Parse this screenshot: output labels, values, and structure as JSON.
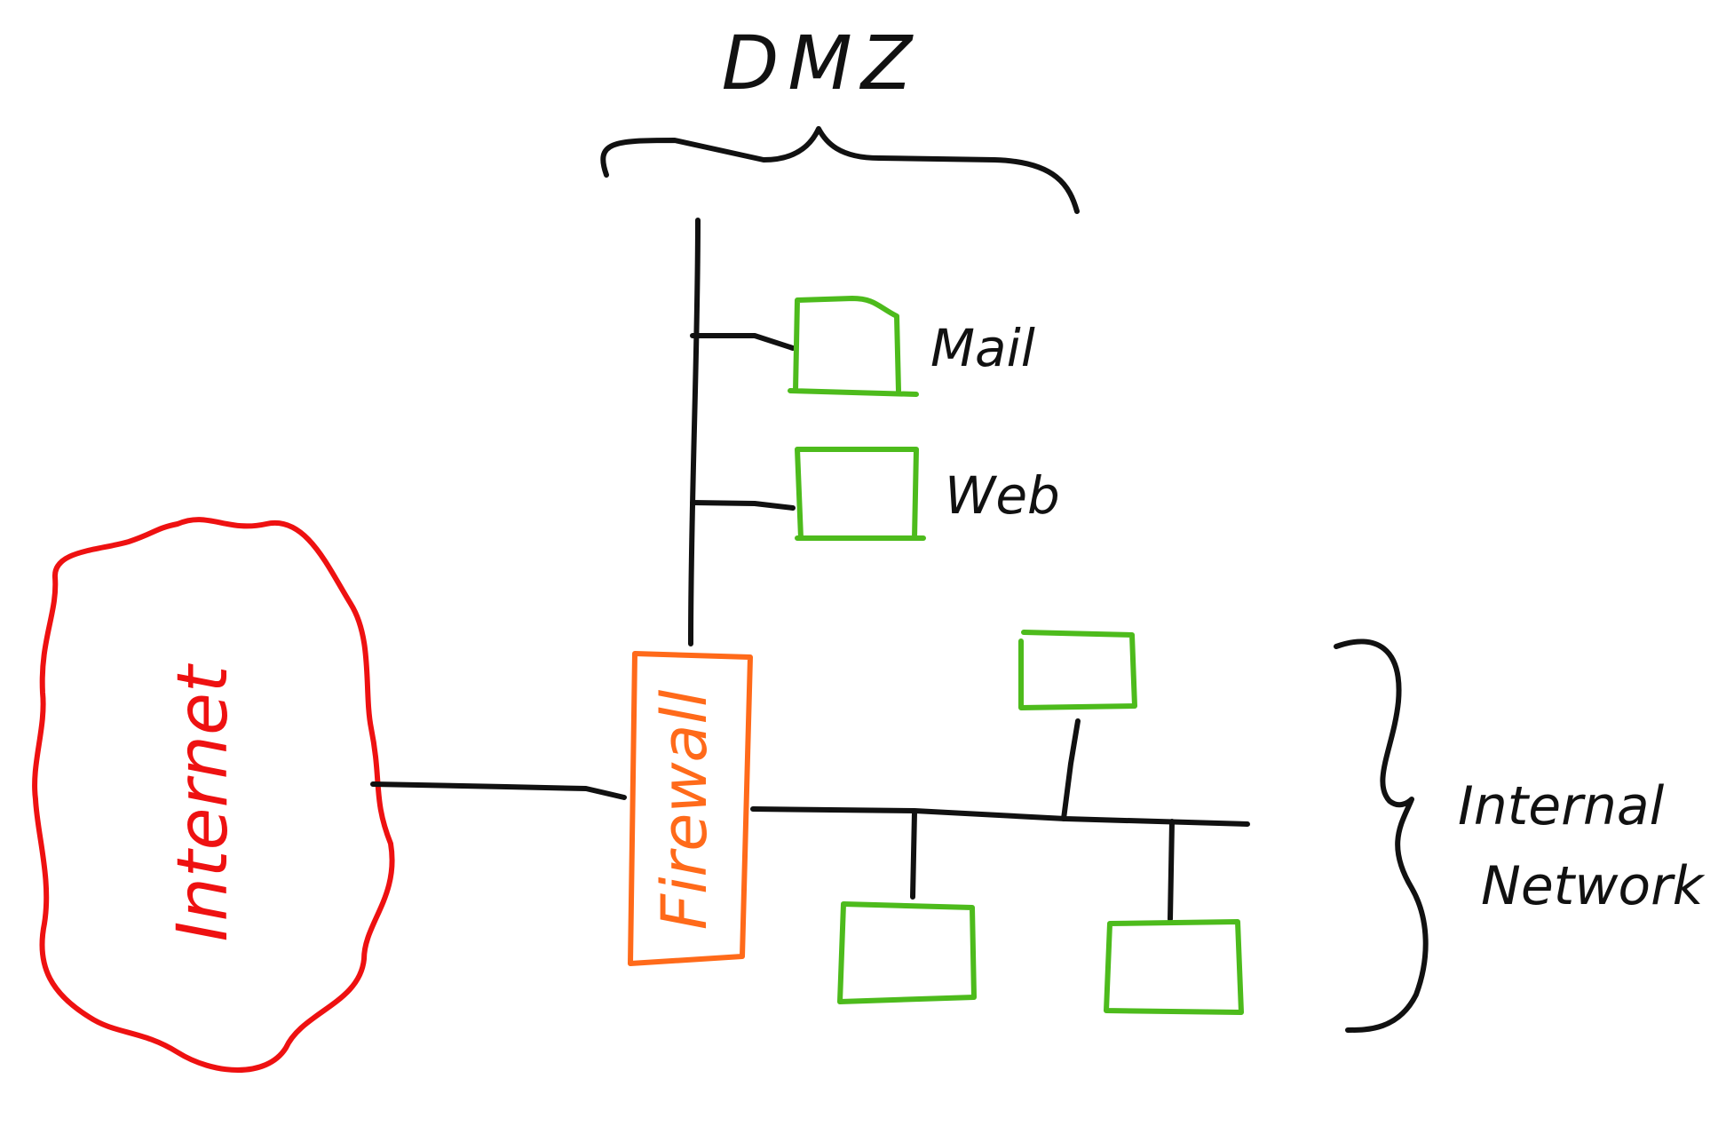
{
  "labels": {
    "dmz": "DMZ",
    "mail": "Mail",
    "web": "Web",
    "internet": "Internet",
    "firewall": "Firewall",
    "internal_line1": "Internal",
    "internal_line2": "Network"
  },
  "colors": {
    "ink": "#111111",
    "server": "#4dbb1c",
    "internet": "#ee1111",
    "firewall": "#ff6a1a"
  },
  "icons": {
    "internet": "cloud-icon",
    "server": "server-box-icon",
    "brace": "curly-brace-icon"
  }
}
